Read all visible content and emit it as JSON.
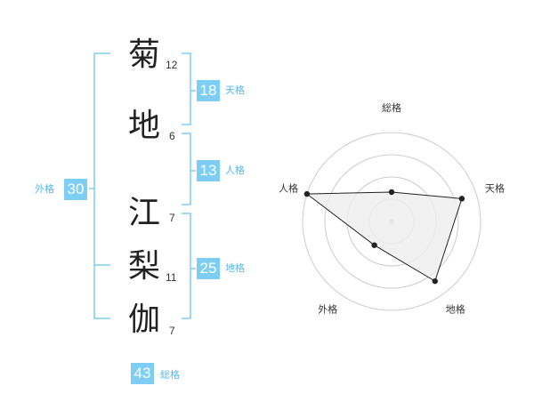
{
  "characters": [
    {
      "char": "菊",
      "strokes": "12"
    },
    {
      "char": "地",
      "strokes": "6"
    },
    {
      "char": "江",
      "strokes": "7"
    },
    {
      "char": "梨",
      "strokes": "11"
    },
    {
      "char": "伽",
      "strokes": "7"
    }
  ],
  "grades": {
    "tenkaku": {
      "value": "18",
      "label": "天格"
    },
    "jinkaku": {
      "value": "13",
      "label": "人格"
    },
    "chikaku": {
      "value": "25",
      "label": "地格"
    },
    "gaikaku": {
      "value": "30",
      "label": "外格"
    },
    "soukaku": {
      "value": "43",
      "label": "総格"
    }
  },
  "chart_data": {
    "type": "radar",
    "axes": [
      "総格",
      "天格",
      "地格",
      "外格",
      "人格"
    ],
    "values": [
      0.33,
      0.83,
      0.83,
      0.33,
      1.0
    ],
    "range": [
      0,
      1
    ],
    "rings": 4,
    "colors": {
      "fill": "#eeeeee",
      "stroke": "#222222",
      "ring": "#cccccc",
      "center": "#cccccc"
    }
  },
  "colors": {
    "accent": "#7dcdf5",
    "accent_text": "#5bb8e8"
  }
}
